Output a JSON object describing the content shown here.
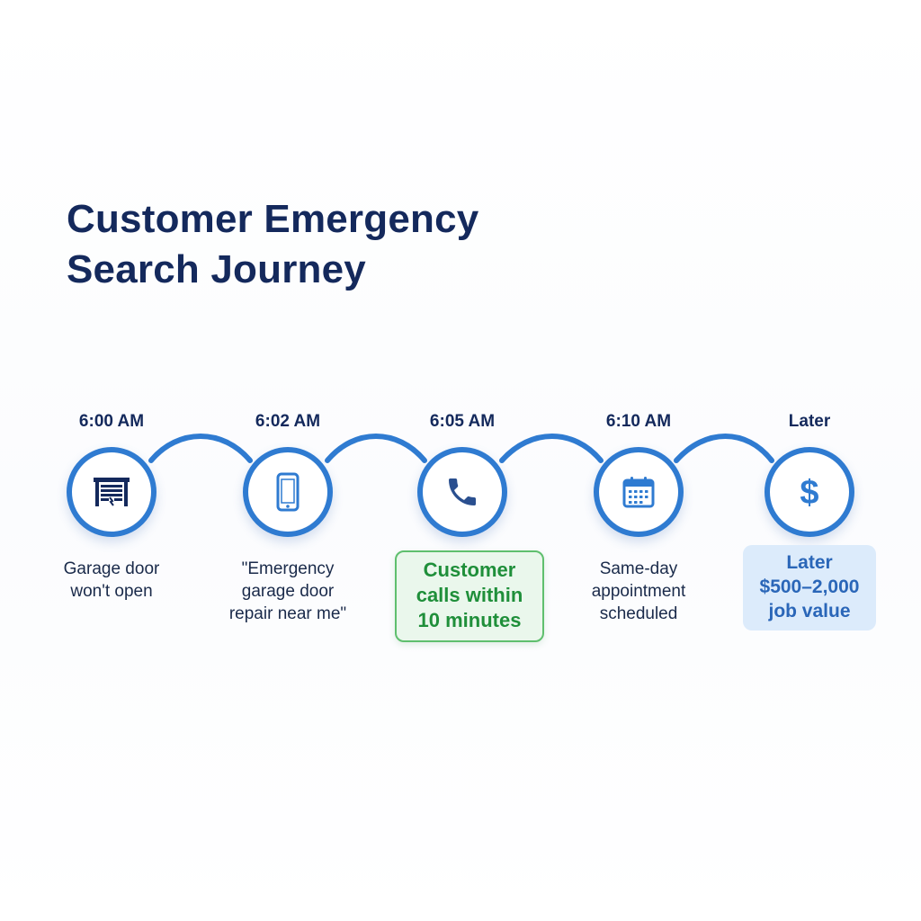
{
  "title": {
    "line1": "Customer Emergency",
    "line2": "Search Journey"
  },
  "colors": {
    "title": "#14295c",
    "ring": "#2f7bd1",
    "icon_dark": "#14295c",
    "icon_blue": "#2f7bd1",
    "green_text": "#1f8f3a",
    "green_border": "#5fbf6e",
    "green_bg": "#eaf7ec",
    "blue_text": "#2a66b8",
    "blue_bg": "#dcebfb"
  },
  "steps": [
    {
      "time": "6:00 AM",
      "icon": "garage-door-icon",
      "lines": [
        "Garage door",
        "won't open"
      ],
      "style": "plain"
    },
    {
      "time": "6:02 AM",
      "icon": "smartphone-icon",
      "lines": [
        "\"Emergency",
        "garage door",
        "repair near me\""
      ],
      "style": "plain"
    },
    {
      "time": "6:05 AM",
      "icon": "phone-icon",
      "lines": [
        "Customer",
        "calls within",
        "10 minutes"
      ],
      "style": "green-box"
    },
    {
      "time": "6:10 AM",
      "icon": "calendar-icon",
      "lines": [
        "Same-day",
        "appointment",
        "scheduled"
      ],
      "style": "plain"
    },
    {
      "time": "Later",
      "icon": "dollar-icon",
      "lines": [
        "Later",
        "$500–2,000",
        "job value"
      ],
      "style": "blue-box"
    }
  ]
}
